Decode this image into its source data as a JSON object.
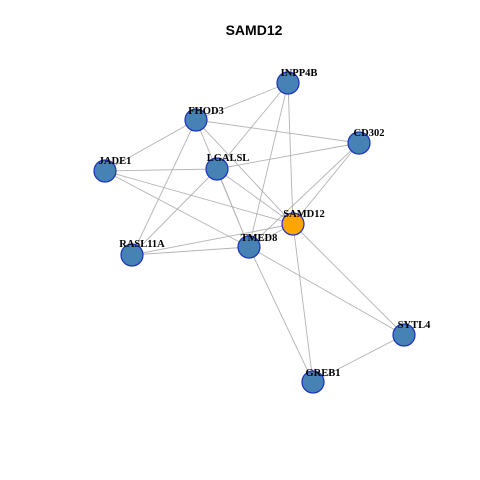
{
  "title": "SAMD12",
  "colors": {
    "default_node": "#4682b4",
    "focus_node": "#ffa500",
    "node_border": "#1a2fbf",
    "edge": "#b3b3b3"
  },
  "nodes": [
    {
      "id": "INPP4B",
      "label": "INPP4B",
      "focus": false
    },
    {
      "id": "FHOD3",
      "label": "FHOD3",
      "focus": false
    },
    {
      "id": "CD302",
      "label": "CD302",
      "focus": false
    },
    {
      "id": "JADE1",
      "label": "JADE1",
      "focus": false
    },
    {
      "id": "LGALSL",
      "label": "LGALSL",
      "focus": false
    },
    {
      "id": "SAMD12",
      "label": "SAMD12",
      "focus": true
    },
    {
      "id": "RASL11A",
      "label": "RASL11A",
      "focus": false
    },
    {
      "id": "TMED8",
      "label": "TMED8",
      "focus": false
    },
    {
      "id": "SYTL4",
      "label": "SYTL4",
      "focus": false
    },
    {
      "id": "GREB1",
      "label": "GREB1",
      "focus": false
    }
  ],
  "edges": [
    [
      "INPP4B",
      "FHOD3"
    ],
    [
      "INPP4B",
      "LGALSL"
    ],
    [
      "INPP4B",
      "SAMD12"
    ],
    [
      "INPP4B",
      "TMED8"
    ],
    [
      "FHOD3",
      "CD302"
    ],
    [
      "FHOD3",
      "JADE1"
    ],
    [
      "FHOD3",
      "SAMD12"
    ],
    [
      "FHOD3",
      "TMED8"
    ],
    [
      "FHOD3",
      "RASL11A"
    ],
    [
      "CD302",
      "LGALSL"
    ],
    [
      "CD302",
      "SAMD12"
    ],
    [
      "CD302",
      "TMED8"
    ],
    [
      "JADE1",
      "LGALSL"
    ],
    [
      "JADE1",
      "SAMD12"
    ],
    [
      "JADE1",
      "TMED8"
    ],
    [
      "LGALSL",
      "SAMD12"
    ],
    [
      "LGALSL",
      "TMED8"
    ],
    [
      "LGALSL",
      "RASL11A"
    ],
    [
      "SAMD12",
      "RASL11A"
    ],
    [
      "SAMD12",
      "TMED8"
    ],
    [
      "SAMD12",
      "SYTL4"
    ],
    [
      "SAMD12",
      "GREB1"
    ],
    [
      "RASL11A",
      "TMED8"
    ],
    [
      "TMED8",
      "SYTL4"
    ],
    [
      "TMED8",
      "GREB1"
    ],
    [
      "SYTL4",
      "GREB1"
    ]
  ]
}
